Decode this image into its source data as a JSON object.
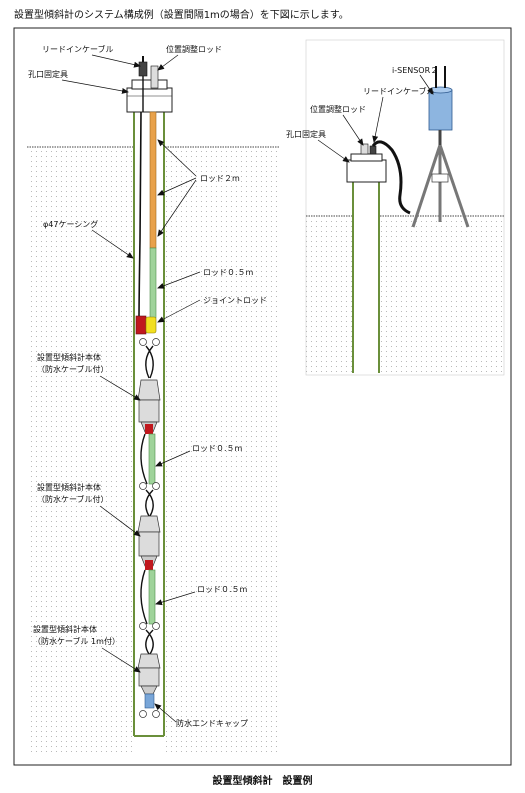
{
  "heading": "設置型傾斜計のシステム構成例（設置間隔1mの場合）を下図に示します。",
  "caption": "設置型傾斜計　設置例",
  "labels": {
    "lead_cable": "リードインケーブル",
    "position_rod": "位置調整ロッド",
    "hole_fixture": "孔口固定具",
    "rod_2m": "ロッド２m",
    "casing": "φ47ケーシング",
    "rod_05m": "ロッド０.５m",
    "joint_rod": "ジョイントロッド",
    "sensor_body_1a": "設置型傾斜計本体",
    "sensor_body_1b": "（防水ケーブル付）",
    "rod_05m_2": "ロッド０.５m",
    "sensor_body_2a": "設置型傾斜計本体",
    "sensor_body_2b": "（防水ケーブル付）",
    "rod_05m_3": "ロッド０.５m",
    "sensor_body_3a": "設置型傾斜計本体",
    "sensor_body_3b": "（防水ケーブル 1m付）",
    "end_cap": "防水エンドキャップ",
    "isensor": "i-SENSOR２",
    "lead_cable_2": "リードインケーブル",
    "position_rod_2": "位置調整ロッド",
    "hole_fixture_2": "孔口固定具"
  },
  "colors": {
    "rod_orange": "#e8a14a",
    "rod_green": "#9fd39a",
    "joint_red": "#c0181e",
    "joint_yellow": "#f2df20",
    "sensor_blue": "#8db5e0",
    "cap_blue": "#79a6d8",
    "ground_dot": "#b0b0b0"
  }
}
